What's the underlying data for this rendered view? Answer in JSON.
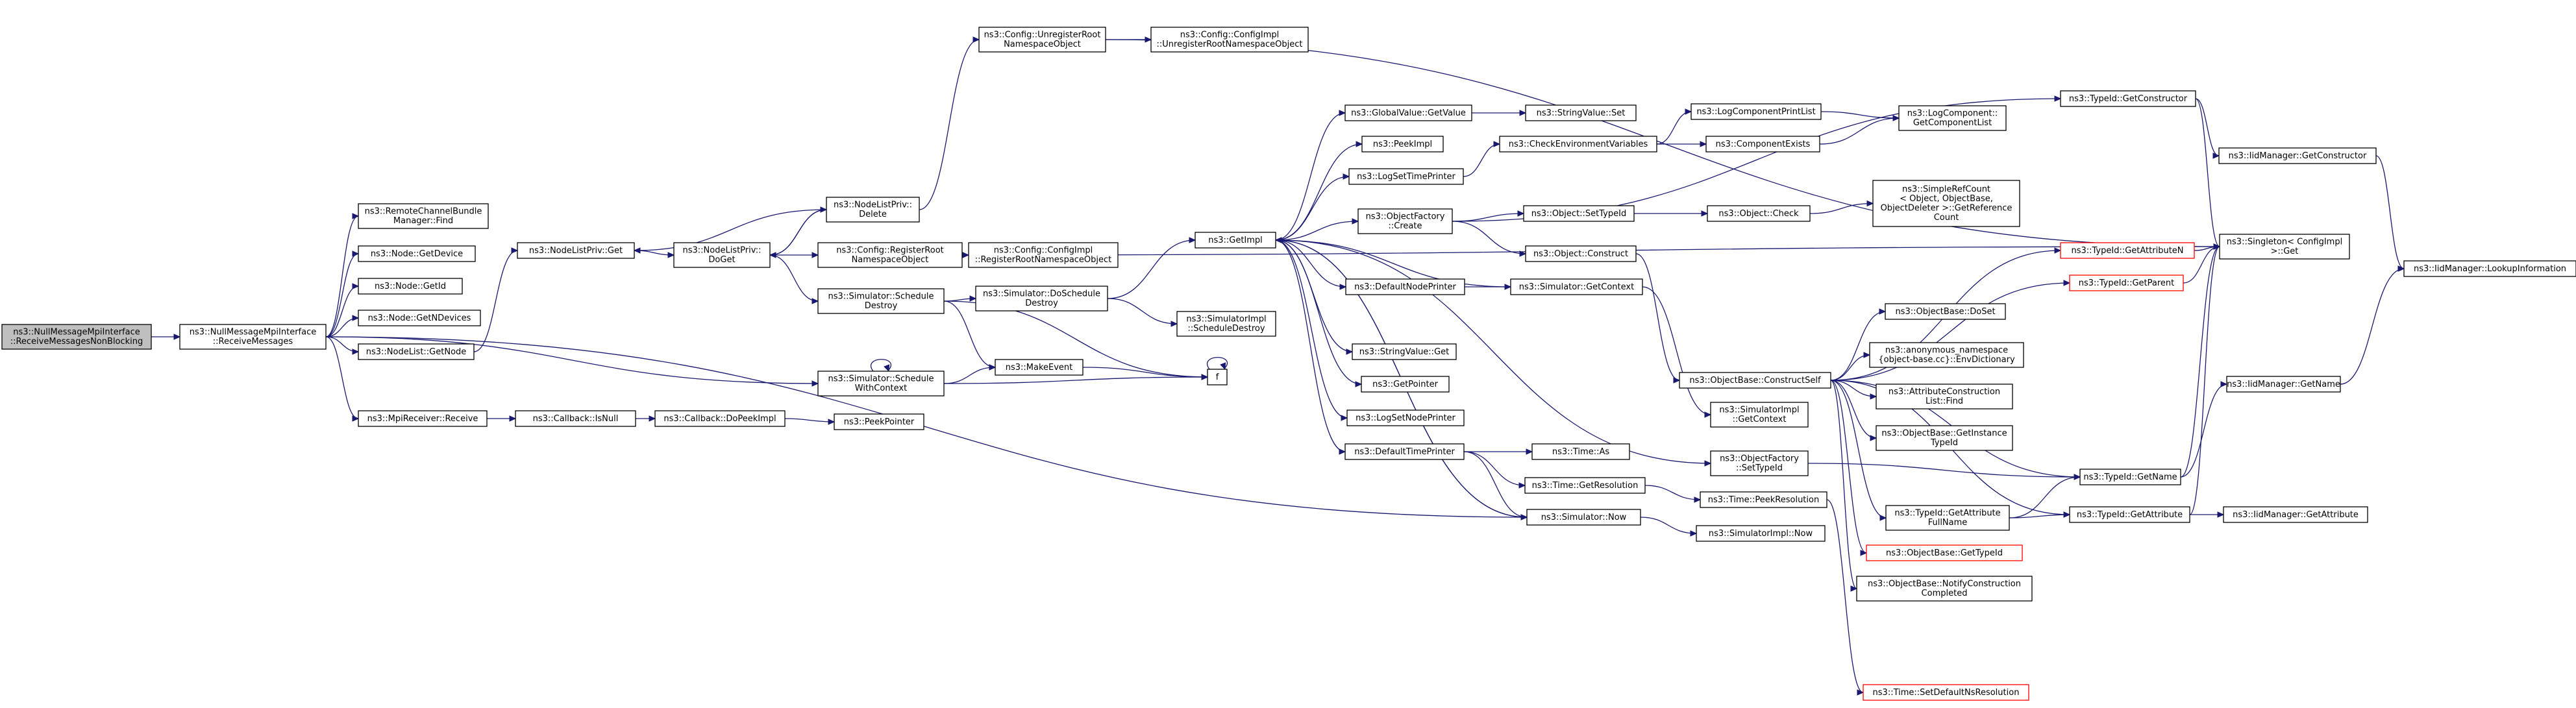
{
  "nodes": [
    {
      "id": "root",
      "lines": [
        "ns3::NullMessageMpiInterface",
        "::ReceiveMessagesNonBlocking"
      ],
      "style": "root"
    },
    {
      "id": "rm",
      "lines": [
        "ns3::NullMessageMpiInterface",
        "::ReceiveMessages"
      ]
    },
    {
      "id": "rcbf",
      "lines": [
        "ns3::RemoteChannelBundle",
        "Manager::Find"
      ]
    },
    {
      "id": "ngd",
      "lines": [
        "ns3::Node::GetDevice"
      ]
    },
    {
      "id": "ngid",
      "lines": [
        "ns3::Node::GetId"
      ]
    },
    {
      "id": "ngnd",
      "lines": [
        "ns3::Node::GetNDevices"
      ]
    },
    {
      "id": "nlgn",
      "lines": [
        "ns3::NodeList::GetNode"
      ]
    },
    {
      "id": "mpir",
      "lines": [
        "ns3::MpiReceiver::Receive"
      ]
    },
    {
      "id": "nlpg",
      "lines": [
        "ns3::NodeListPriv::Get"
      ]
    },
    {
      "id": "nlpdg",
      "lines": [
        "ns3::NodeListPriv::",
        "DoGet"
      ]
    },
    {
      "id": "nlpd",
      "lines": [
        "ns3::NodeListPriv::",
        "Delete"
      ]
    },
    {
      "id": "cur",
      "lines": [
        "ns3::Config::UnregisterRoot",
        "NamespaceObject"
      ]
    },
    {
      "id": "ccur",
      "lines": [
        "ns3::Config::ConfigImpl",
        "::UnregisterRootNamespaceObject"
      ]
    },
    {
      "id": "crr",
      "lines": [
        "ns3::Config::RegisterRoot",
        "NamespaceObject"
      ]
    },
    {
      "id": "ccrr",
      "lines": [
        "ns3::Config::ConfigImpl",
        "::RegisterRootNamespaceObject"
      ]
    },
    {
      "id": "ssd",
      "lines": [
        "ns3::Simulator::Schedule",
        "Destroy"
      ]
    },
    {
      "id": "sswc",
      "lines": [
        "ns3::Simulator::Schedule",
        "WithContext"
      ]
    },
    {
      "id": "sdsd",
      "lines": [
        "ns3::Simulator::DoSchedule",
        "Destroy"
      ]
    },
    {
      "id": "sisd",
      "lines": [
        "ns3::SimulatorImpl",
        "::ScheduleDestroy"
      ]
    },
    {
      "id": "me",
      "lines": [
        "ns3::MakeEvent"
      ]
    },
    {
      "id": "f",
      "lines": [
        "f"
      ]
    },
    {
      "id": "cbin",
      "lines": [
        "ns3::Callback::IsNull"
      ]
    },
    {
      "id": "cbdp",
      "lines": [
        "ns3::Callback::DoPeekImpl"
      ]
    },
    {
      "id": "pp",
      "lines": [
        "ns3::PeekPointer"
      ]
    },
    {
      "id": "gi",
      "lines": [
        "ns3::GetImpl"
      ]
    },
    {
      "id": "gvgv",
      "lines": [
        "ns3::GlobalValue::GetValue"
      ]
    },
    {
      "id": "svs",
      "lines": [
        "ns3::StringValue::Set"
      ]
    },
    {
      "id": "peekimpl",
      "lines": [
        "ns3::PeekImpl"
      ]
    },
    {
      "id": "lstp",
      "lines": [
        "ns3::LogSetTimePrinter"
      ]
    },
    {
      "id": "cev",
      "lines": [
        "ns3::CheckEnvironmentVariables"
      ]
    },
    {
      "id": "lcpl",
      "lines": [
        "ns3::LogComponentPrintList"
      ]
    },
    {
      "id": "ce",
      "lines": [
        "ns3::ComponentExists"
      ]
    },
    {
      "id": "lcgcl",
      "lines": [
        "ns3::LogComponent::",
        "GetComponentList"
      ]
    },
    {
      "id": "ofc",
      "lines": [
        "ns3::ObjectFactory",
        "::Create"
      ]
    },
    {
      "id": "osti",
      "lines": [
        "ns3::Object::SetTypeId"
      ]
    },
    {
      "id": "oc",
      "lines": [
        "ns3::Object::Check"
      ]
    },
    {
      "id": "srfc",
      "lines": [
        "ns3::SimpleRefCount",
        "< Object, ObjectBase,",
        "ObjectDeleter >::GetReference",
        "Count"
      ]
    },
    {
      "id": "ocon",
      "lines": [
        "ns3::Object::Construct"
      ]
    },
    {
      "id": "dnp",
      "lines": [
        "ns3::DefaultNodePrinter"
      ]
    },
    {
      "id": "sgc",
      "lines": [
        "ns3::Simulator::GetContext"
      ]
    },
    {
      "id": "svg",
      "lines": [
        "ns3::StringValue::Get"
      ]
    },
    {
      "id": "gp",
      "lines": [
        "ns3::GetPointer"
      ]
    },
    {
      "id": "lsnp",
      "lines": [
        "ns3::LogSetNodePrinter"
      ]
    },
    {
      "id": "dtp",
      "lines": [
        "ns3::DefaultTimePrinter"
      ]
    },
    {
      "id": "ta",
      "lines": [
        "ns3::Time::As"
      ]
    },
    {
      "id": "tgr",
      "lines": [
        "ns3::Time::GetResolution"
      ]
    },
    {
      "id": "tpr",
      "lines": [
        "ns3::Time::PeekResolution"
      ]
    },
    {
      "id": "sn",
      "lines": [
        "ns3::Simulator::Now"
      ]
    },
    {
      "id": "sin",
      "lines": [
        "ns3::SimulatorImpl::Now"
      ]
    },
    {
      "id": "obcs",
      "lines": [
        "ns3::ObjectBase::ConstructSelf"
      ]
    },
    {
      "id": "sigc",
      "lines": [
        "ns3::SimulatorImpl",
        "::GetContext"
      ]
    },
    {
      "id": "ofst",
      "lines": [
        "ns3::ObjectFactory",
        "::SetTypeId"
      ]
    },
    {
      "id": "obds",
      "lines": [
        "ns3::ObjectBase::DoSet"
      ]
    },
    {
      "id": "aned",
      "lines": [
        "ns3::anonymous_namespace",
        "{object-base.cc}::EnvDictionary"
      ]
    },
    {
      "id": "acf",
      "lines": [
        "ns3::AttributeConstruction",
        "List::Find"
      ]
    },
    {
      "id": "obgi",
      "lines": [
        "ns3::ObjectBase::GetInstance",
        "TypeId"
      ]
    },
    {
      "id": "tgafn",
      "lines": [
        "ns3::TypeId::GetAttribute",
        "FullName"
      ]
    },
    {
      "id": "obgt",
      "lines": [
        "ns3::ObjectBase::GetTypeId"
      ],
      "style": "red"
    },
    {
      "id": "obncc",
      "lines": [
        "ns3::ObjectBase::NotifyConstruction",
        "Completed"
      ]
    },
    {
      "id": "tsdnr",
      "lines": [
        "ns3::Time::SetDefaultNsResolution"
      ],
      "style": "red"
    },
    {
      "id": "tgan",
      "lines": [
        "ns3::TypeId::GetAttributeN"
      ],
      "style": "red"
    },
    {
      "id": "tgpar",
      "lines": [
        "ns3::TypeId::GetParent"
      ],
      "style": "red"
    },
    {
      "id": "tgname",
      "lines": [
        "ns3::TypeId::GetName"
      ]
    },
    {
      "id": "tgattr",
      "lines": [
        "ns3::TypeId::GetAttribute"
      ]
    },
    {
      "id": "tgcon",
      "lines": [
        "ns3::TypeId::GetConstructor"
      ]
    },
    {
      "id": "iidgc",
      "lines": [
        "ns3::IidManager::GetConstructor"
      ]
    },
    {
      "id": "sg",
      "lines": [
        "ns3::Singleton< ConfigImpl",
        ">::Get"
      ]
    },
    {
      "id": "iidli",
      "lines": [
        "ns3::IidManager::LookupInformation"
      ]
    },
    {
      "id": "iidgn",
      "lines": [
        "ns3::IidManager::GetName"
      ]
    },
    {
      "id": "iidga",
      "lines": [
        "ns3::IidManager::GetAttribute"
      ]
    }
  ]
}
